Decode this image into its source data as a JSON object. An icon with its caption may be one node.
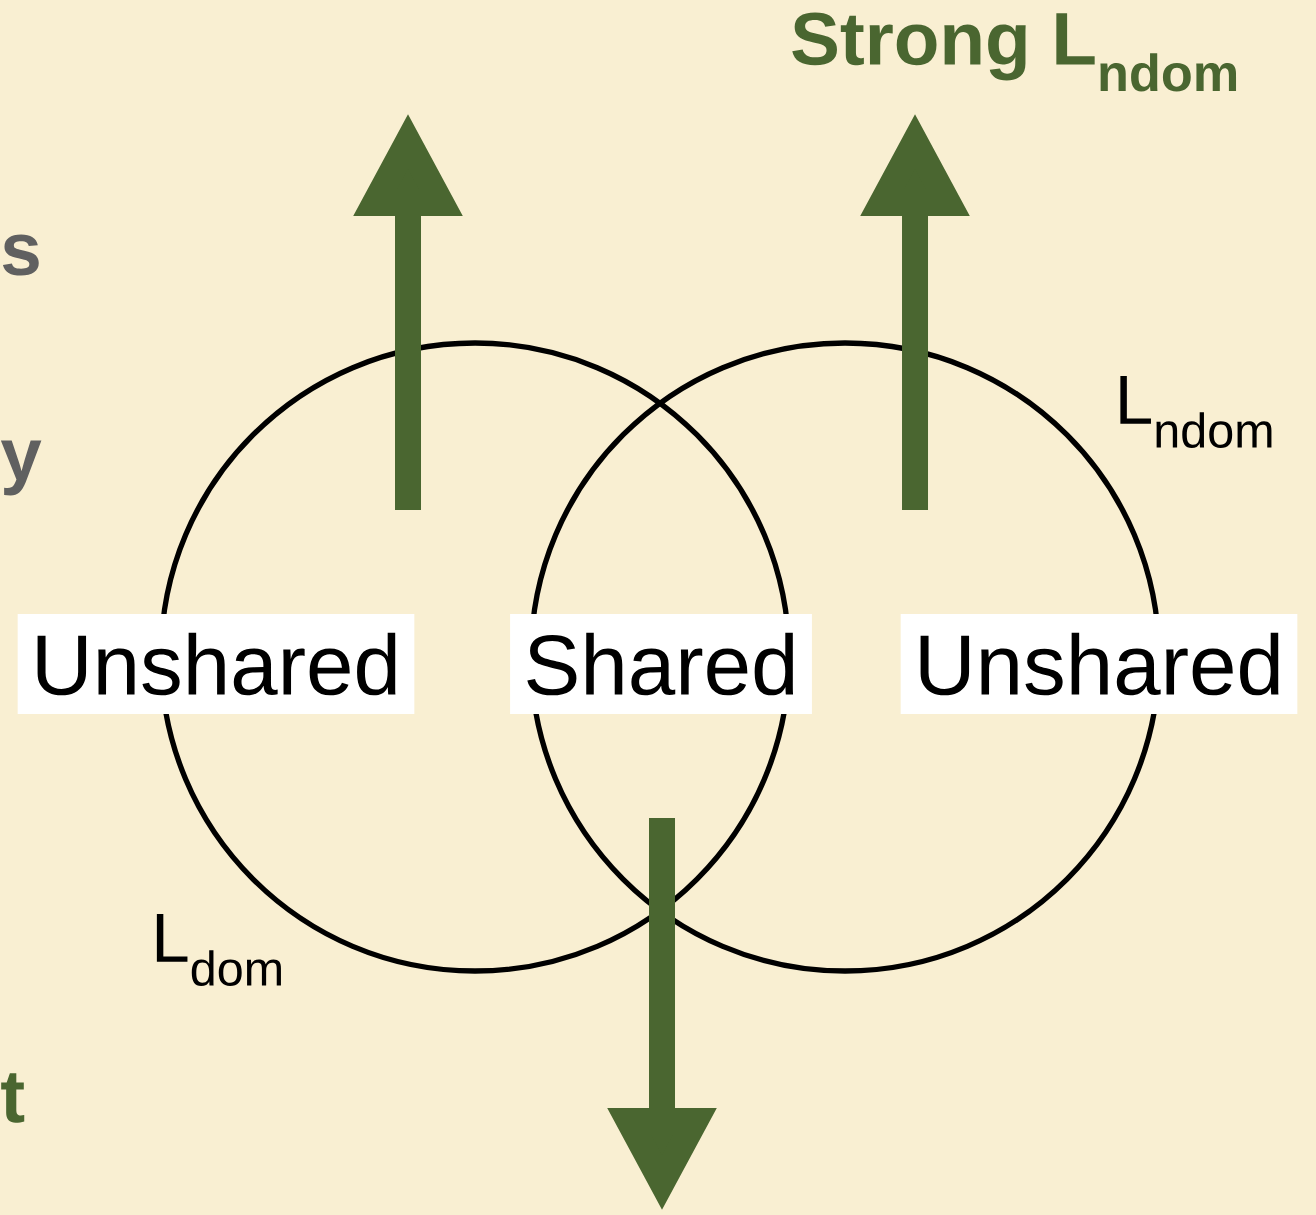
{
  "diagram": {
    "title": "Strong L$_{ndom}$",
    "nodes": [
      {
        "text": [
          "L$_{dom}$"
        ]
      },
      {
        "text": [
          "L$_{ndom}$"
        ]
      },
      {
        "text": [
          "Unshared"
        ]
      },
      {
        "text": [
          "Shared"
        ]
      },
      {
        "text": [
          "Unshared"
        ]
      }
    ],
    "labels": [
      "s",
      "y",
      "t"
    ]
  }
}
